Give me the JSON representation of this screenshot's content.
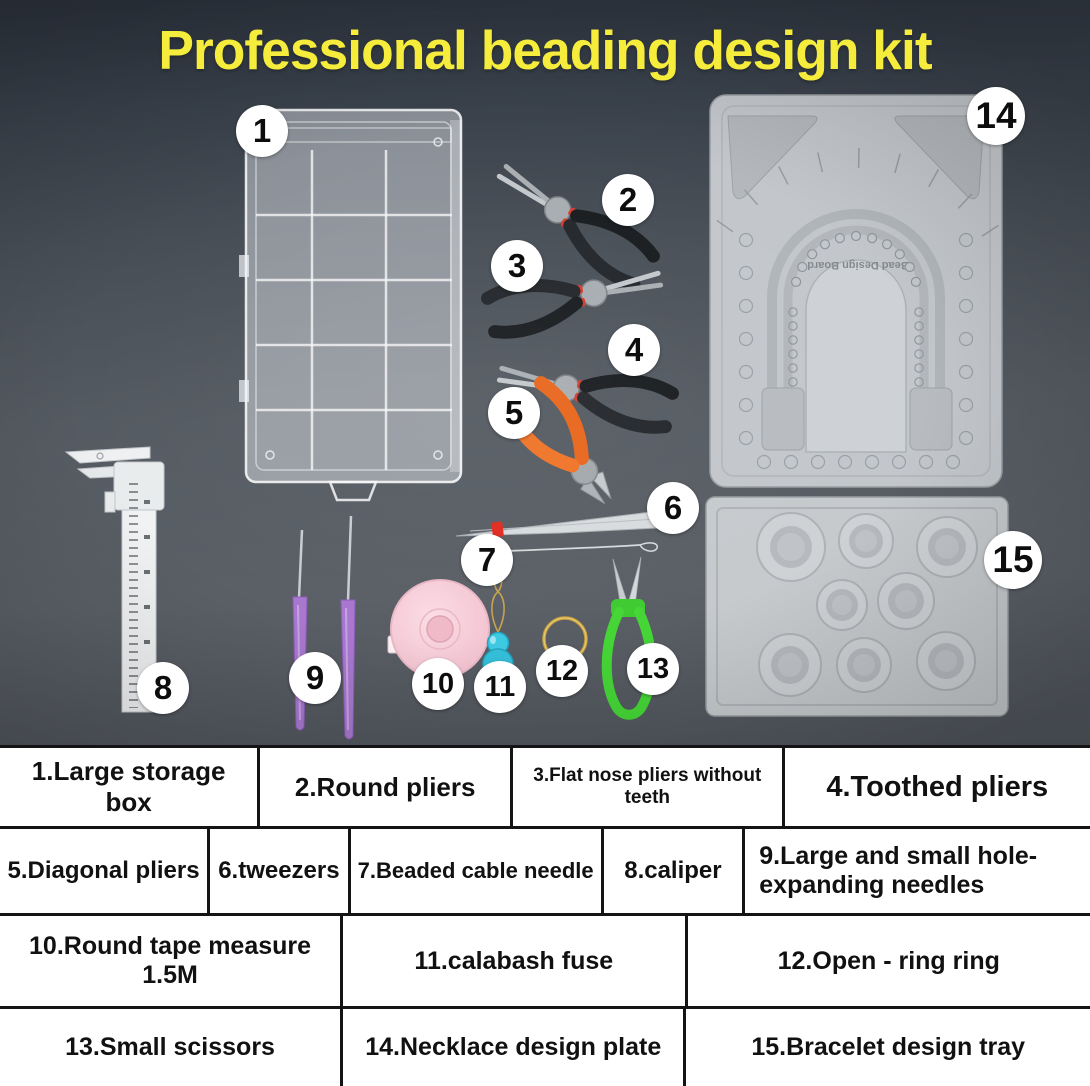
{
  "title": "Professional beading design kit",
  "board_label": "Bead Design Board",
  "badges": [
    "1",
    "2",
    "3",
    "4",
    "5",
    "6",
    "7",
    "8",
    "9",
    "10",
    "11",
    "12",
    "13",
    "14",
    "15"
  ],
  "legend": {
    "rows": [
      [
        "1.Large storage box",
        "2.Round pliers",
        "3.Flat nose pliers without teeth",
        "4.Toothed pliers"
      ],
      [
        "5.Diagonal pliers",
        "6.tweezers",
        "7.Beaded cable needle",
        "8.caliper",
        "9.Large and small hole-expanding needles"
      ],
      [
        "10.Round tape measure 1.5M",
        "11.calabash fuse",
        "12.Open - ring ring"
      ],
      [
        "13.Small scissors",
        "14.Necklace design plate",
        "15.Bracelet design tray"
      ]
    ]
  },
  "colors": {
    "title_yellow": "#f5ec3c",
    "background_top": "#2c333d",
    "background_mid": "#5b6067",
    "table_border": "#141414",
    "table_text": "#111111",
    "orange_pliers": "#e8661c",
    "green_scissors": "#45d636",
    "pink_tape_measure": "#f7cdd7",
    "purple_needles": "#a878cf",
    "blue_calabash": "#35bfda",
    "gold_ring": "#c69f3e",
    "gray_tray": "#c5c9cd"
  }
}
